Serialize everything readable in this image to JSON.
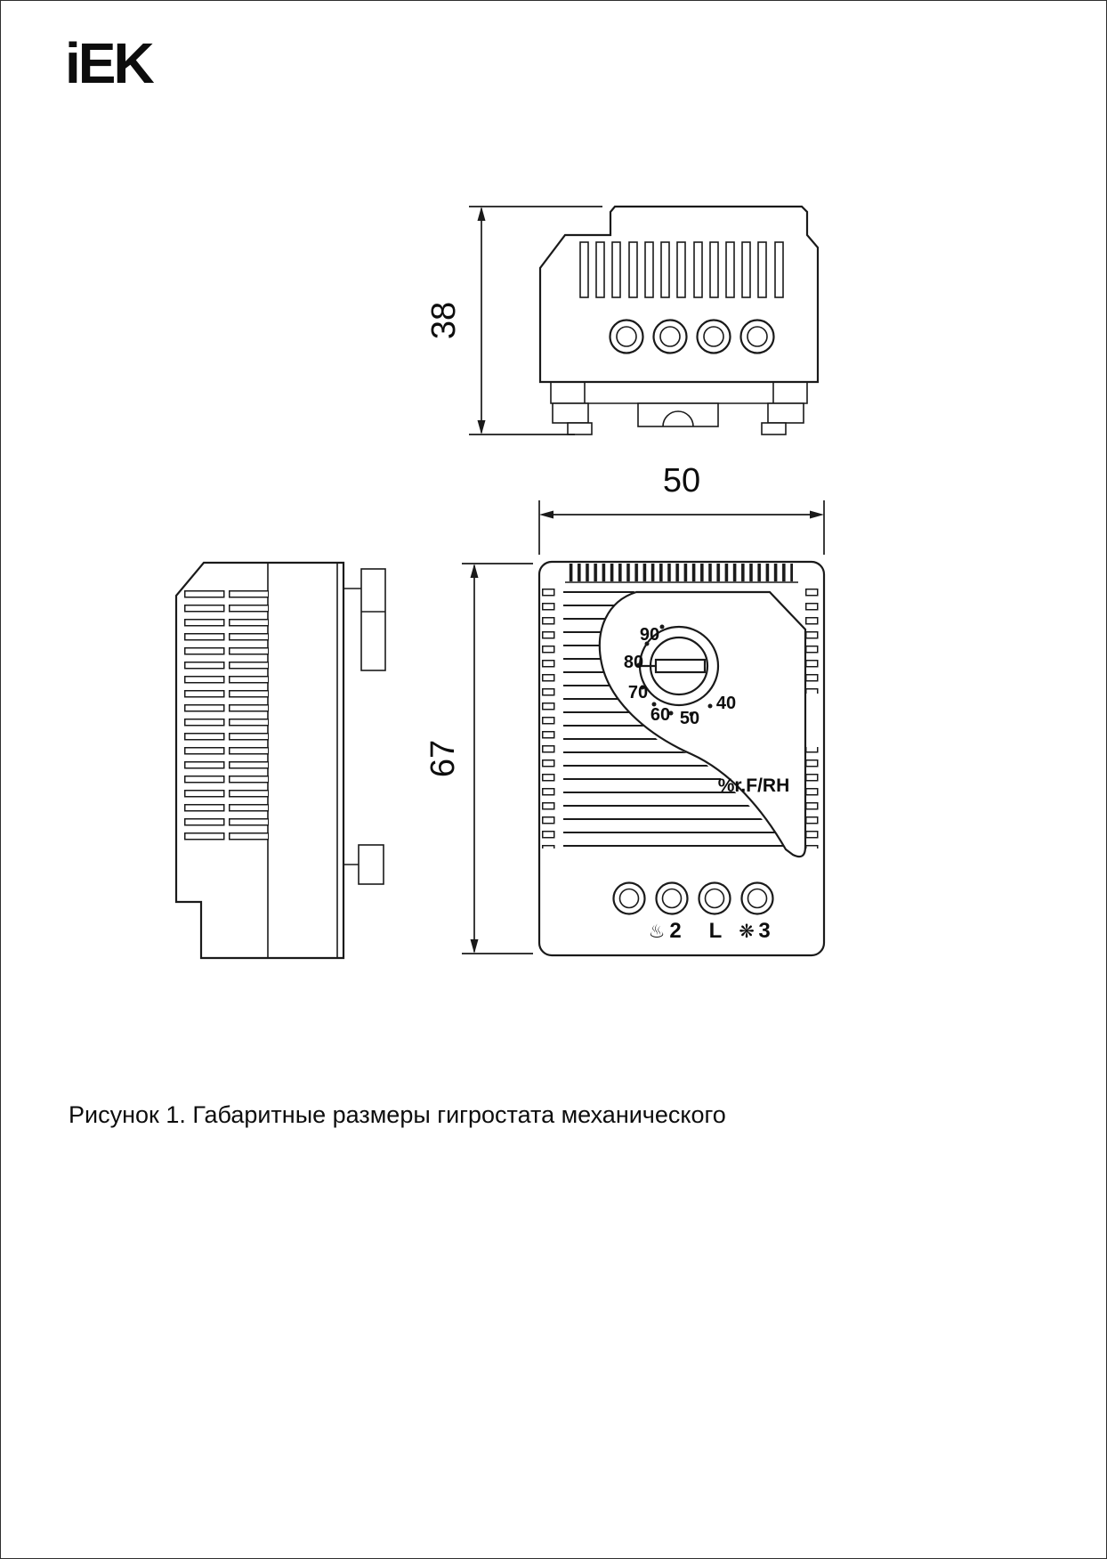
{
  "brand": {
    "logo_text": "iEK"
  },
  "figure_caption": "Рисунок 1. Габаритные размеры гигростата механического",
  "dimensions": {
    "depth_mm": "38",
    "width_mm": "50",
    "height_mm": "67"
  },
  "front_view": {
    "dial_scale": [
      "90",
      "80",
      "70",
      "60",
      "50",
      "40"
    ],
    "unit_label": "%r.F/RH",
    "terminals": {
      "heater_icon": "♨",
      "heater_label": "2",
      "line_label": "L",
      "fan_icon": "❋",
      "fan_label": "3"
    }
  }
}
